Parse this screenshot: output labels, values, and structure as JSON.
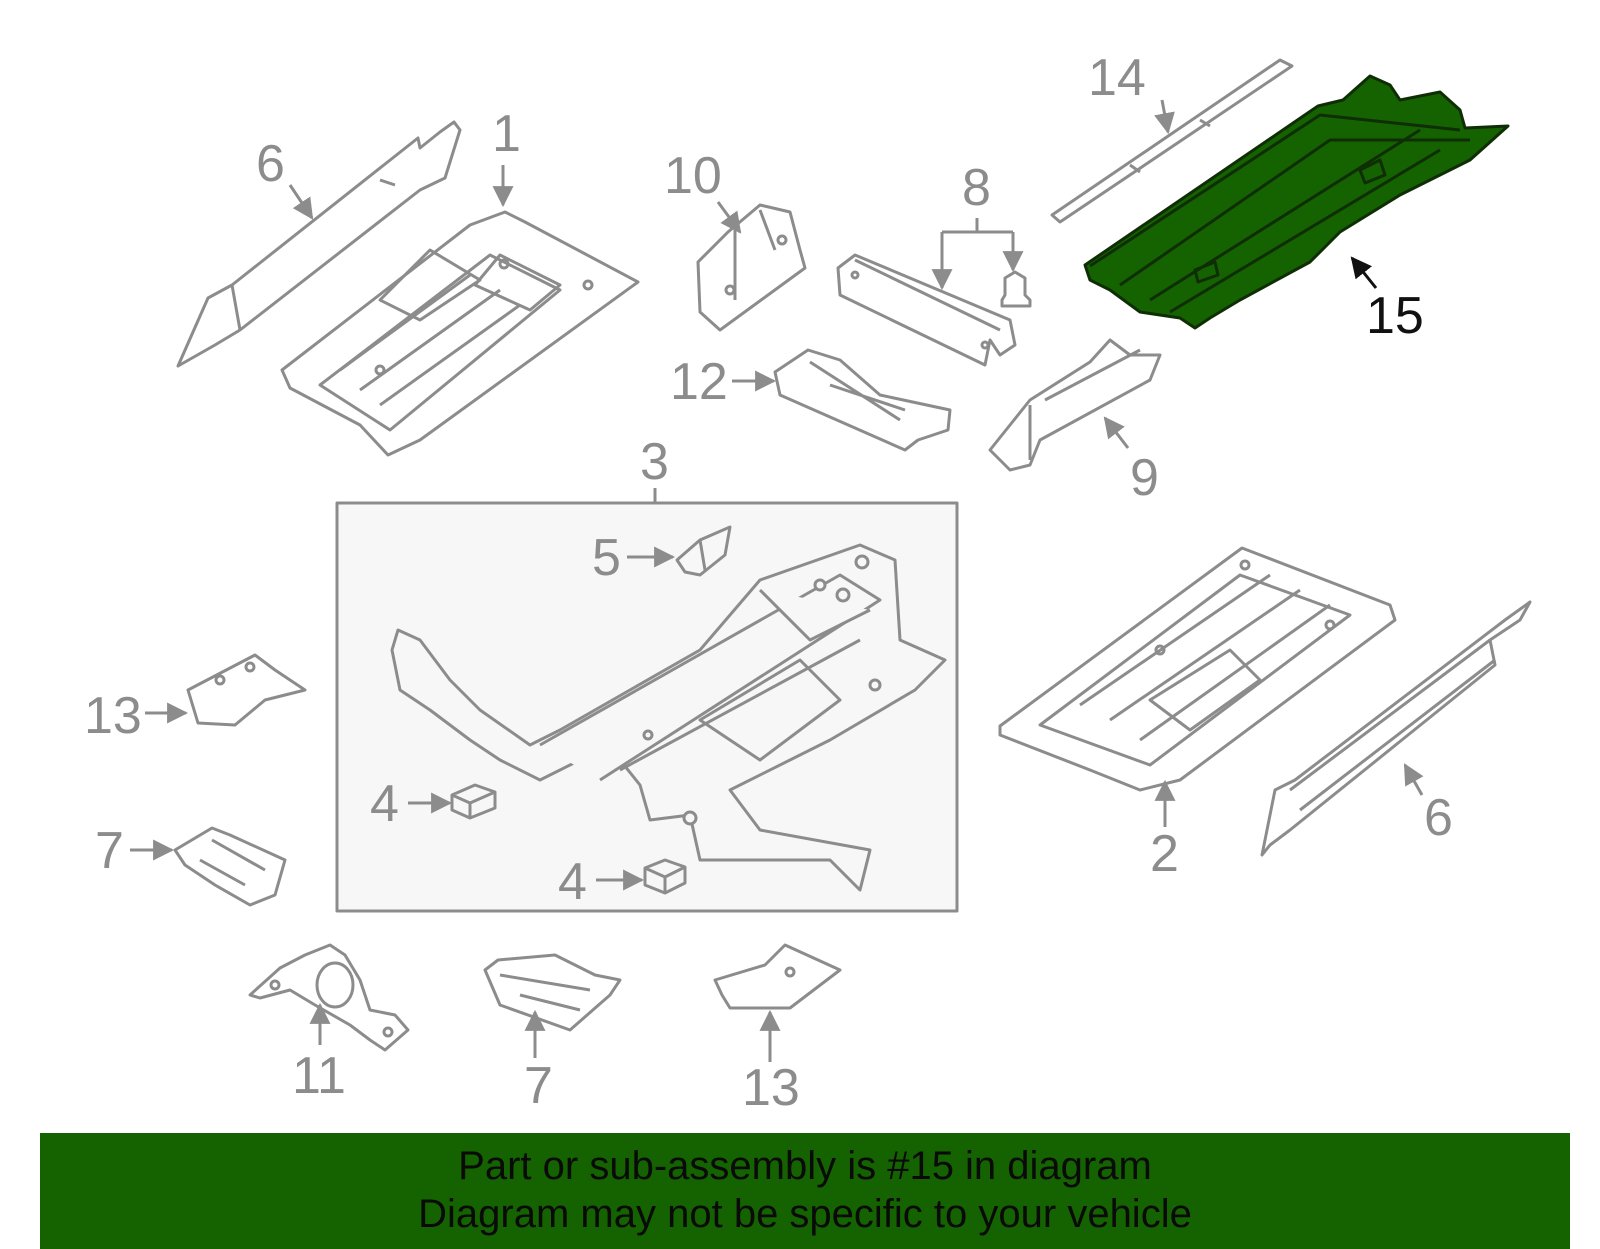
{
  "colors": {
    "line": "#8c8c8c",
    "highlight_fill": "#146300",
    "highlight_stroke": "#0f2e05",
    "banner_bg": "#146300",
    "banner_text": "#0a0a0a"
  },
  "callouts": {
    "c1": "1",
    "c2": "2",
    "c3": "3",
    "c4a": "4",
    "c4b": "4",
    "c5": "5",
    "c6a": "6",
    "c6b": "6",
    "c7a": "7",
    "c7b": "7",
    "c8": "8",
    "c9": "9",
    "c10": "10",
    "c11": "11",
    "c12": "12",
    "c13a": "13",
    "c13b": "13",
    "c14": "14",
    "c15": "15"
  },
  "highlighted_part": "15",
  "banner": {
    "line1": "Part or sub-assembly is #15 in diagram",
    "line2": "Diagram may not be specific to your vehicle"
  }
}
